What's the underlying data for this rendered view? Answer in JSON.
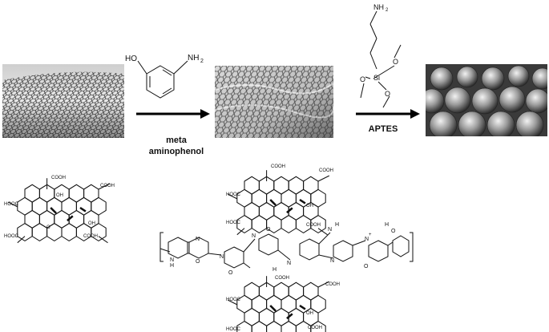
{
  "step1": {
    "label_line1": "meta",
    "label_line2": "aminophenol"
  },
  "step2": {
    "label": "APTES"
  },
  "aminophenol": {
    "oh": "HO",
    "nh2": "NH",
    "nh2_sub": "2"
  },
  "aptes": {
    "nh2": "NH",
    "nh2_sub": "2",
    "si": "Si",
    "o1": "O",
    "o2": "O",
    "o3": "O"
  },
  "go_labels": {
    "cooh": "COOH",
    "hooc": "HOOC",
    "oh": "OH",
    "ho": "HO",
    "o": "O"
  },
  "polymer": {
    "h": "H",
    "n": "N",
    "o": "O",
    "n_plus": "+"
  },
  "colors": {
    "arrow": "#000000",
    "line": "#111111"
  }
}
